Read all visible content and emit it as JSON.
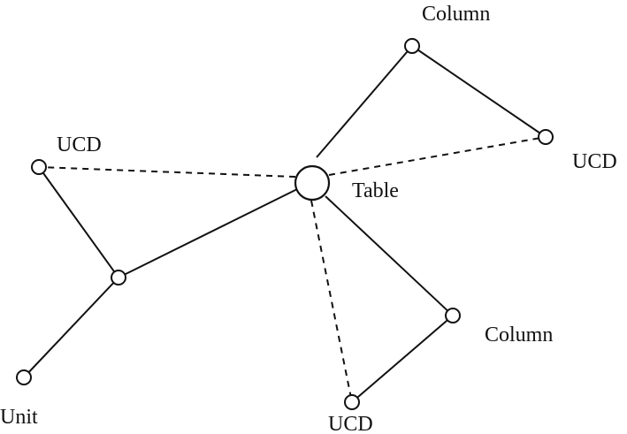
{
  "nodes": {
    "table": {
      "label": "Table"
    },
    "column_top": {
      "label": "Column"
    },
    "ucd_right": {
      "label": "UCD"
    },
    "ucd_left": {
      "label": "UCD"
    },
    "joint": {
      "label": ""
    },
    "unit": {
      "label": "Unit"
    },
    "column_bottom": {
      "label": "Column"
    },
    "ucd_bottom": {
      "label": "UCD"
    }
  },
  "edges": [
    {
      "from": "table",
      "to": "column_top",
      "style": "solid"
    },
    {
      "from": "column_top",
      "to": "ucd_right",
      "style": "solid"
    },
    {
      "from": "table",
      "to": "ucd_right",
      "style": "dashed"
    },
    {
      "from": "table",
      "to": "ucd_left",
      "style": "dashed"
    },
    {
      "from": "table",
      "to": "joint",
      "style": "solid"
    },
    {
      "from": "joint",
      "to": "ucd_left",
      "style": "solid"
    },
    {
      "from": "joint",
      "to": "unit",
      "style": "solid"
    },
    {
      "from": "table",
      "to": "column_bottom",
      "style": "solid"
    },
    {
      "from": "column_bottom",
      "to": "ucd_bottom",
      "style": "solid"
    },
    {
      "from": "table",
      "to": "ucd_bottom",
      "style": "dashed"
    }
  ]
}
